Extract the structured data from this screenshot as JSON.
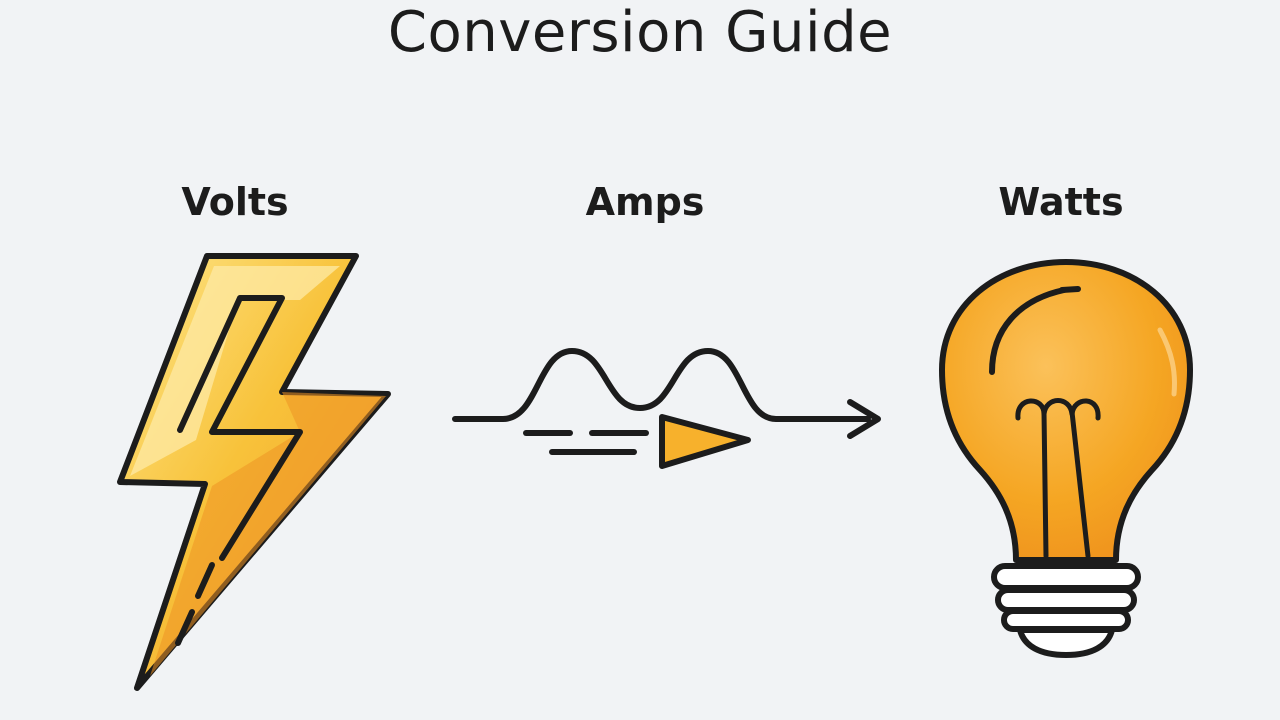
{
  "title": "Conversion Guide",
  "units": [
    {
      "label": "Volts",
      "icon": "lightning-bolt-icon"
    },
    {
      "label": "Amps",
      "icon": "current-wave-icon"
    },
    {
      "label": "Watts",
      "icon": "light-bulb-icon"
    }
  ],
  "colors": {
    "background": "#f1f3f5",
    "ink": "#1c1c1c",
    "bolt_light": "#f9c93c",
    "bolt_dark": "#ee9324",
    "bulb": "#f5a623",
    "arrow_fill": "#f7b12c"
  }
}
